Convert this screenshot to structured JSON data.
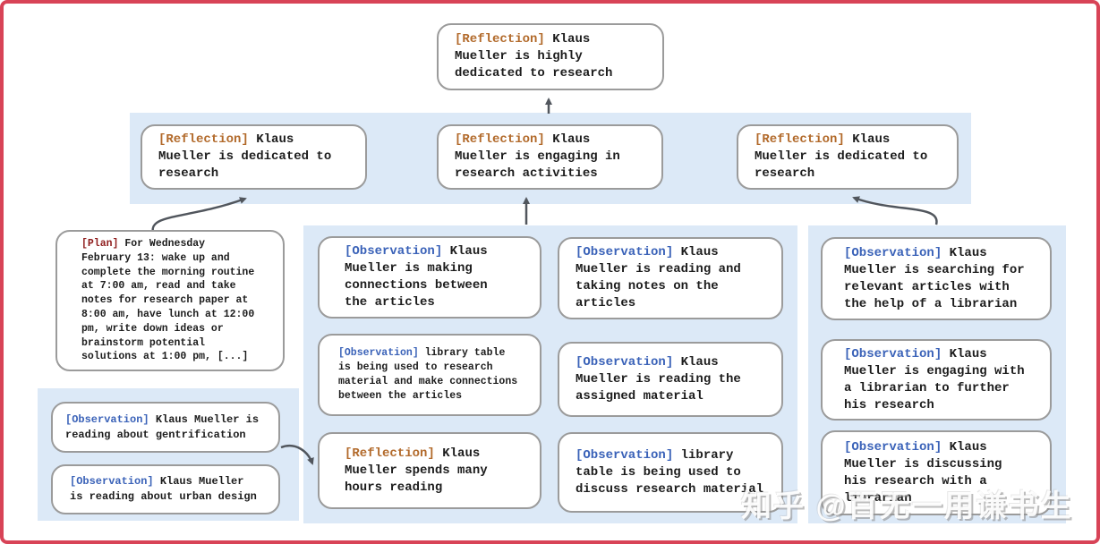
{
  "watermark": "知乎 @百无一用谦书生",
  "colors": {
    "frame": "#d84357",
    "band": "#dce9f7",
    "box_border": "#9b9b9b",
    "arrow": "#51565d",
    "reflection_tag": "#b26a2b",
    "observation_tag": "#3a62b8",
    "plan_tag": "#8f1d1d",
    "body_text": "#1c1c1c"
  },
  "nodes": {
    "top": {
      "tag": "[Reflection]",
      "text": "Klaus Mueller is highly dedicated to research"
    },
    "r2_left": {
      "tag": "[Reflection]",
      "text": "Klaus Mueller is dedicated to research"
    },
    "r2_mid": {
      "tag": "[Reflection]",
      "text": "Klaus Mueller is engaging in research activities"
    },
    "r2_right": {
      "tag": "[Reflection]",
      "text": "Klaus Mueller is dedicated to research"
    },
    "plan": {
      "tag": "[Plan]",
      "text": "For Wednesday February 13: wake up and complete the morning routine at 7:00 am, read and take notes for research paper at 8:00 am, have lunch at 12:00 pm, write down ideas or brainstorm potential solutions at 1:00 pm, [...]"
    },
    "obs_gentrification": {
      "tag": "[Observation]",
      "text": "Klaus Mueller is reading about gentrification"
    },
    "obs_urban": {
      "tag": "[Observation]",
      "text": "Klaus Mueller is reading about urban design"
    },
    "a1": {
      "tag": "[Observation]",
      "text": "Klaus Mueller is making connections between the articles"
    },
    "a2": {
      "tag": "[Observation]",
      "text": "library table is being used to research material and make connections between the articles"
    },
    "a3": {
      "tag": "[Reflection]",
      "text": "Klaus Mueller spends many hours reading"
    },
    "b1": {
      "tag": "[Observation]",
      "text": "Klaus Mueller is reading and taking notes on the articles"
    },
    "b2": {
      "tag": "[Observation]",
      "text": "Klaus Mueller is reading the assigned material"
    },
    "b3": {
      "tag": "[Observation]",
      "text": "library table is being used to discuss research material"
    },
    "rt1": {
      "tag": "[Observation]",
      "text": "Klaus Mueller is searching for relevant articles with the help of a librarian"
    },
    "rt2": {
      "tag": "[Observation]",
      "text": "Klaus Mueller is engaging with a librarian to further his research"
    },
    "rt3": {
      "tag": "[Observation]",
      "text": "Klaus Mueller is discussing his research with a librarian"
    }
  }
}
